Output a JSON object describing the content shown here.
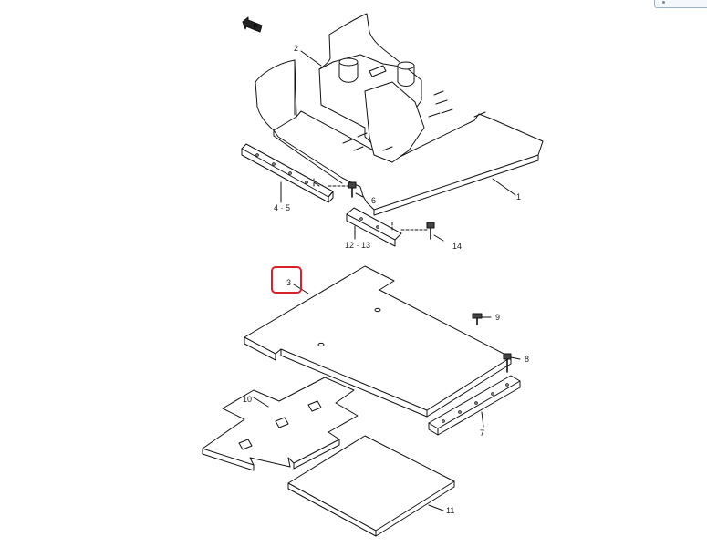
{
  "diagram": {
    "direction_icon": "arrow-front-icon",
    "direction_label": "F",
    "callouts": {
      "floor_mat_main": "1",
      "console_cover": "2",
      "rear_floor_mat": "3",
      "plate_4_5": "4 · 5",
      "bracket_7": "7",
      "screw_8": "8",
      "clip_9": "9",
      "mat_10": "10",
      "mat_11": "11",
      "plate_12_13": "12 · 13",
      "screw_14": "14",
      "bolt_6": "6"
    },
    "highlighted_callout": "3",
    "highlight_color": "#d6232a"
  }
}
